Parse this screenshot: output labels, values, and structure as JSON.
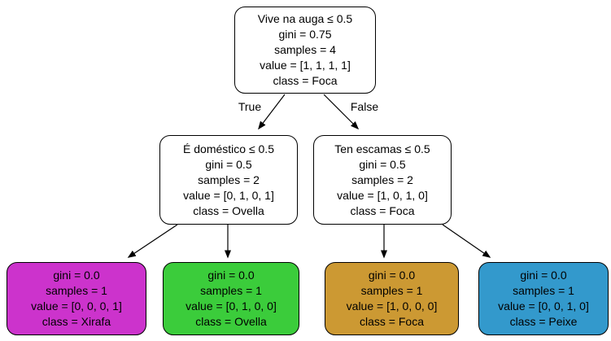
{
  "diagram": {
    "type": "decision-tree",
    "colors": {
      "internal_bg": "#ffffff",
      "border": "#000000",
      "xirafa": "#cc33cc",
      "ovella": "#3bcc3b",
      "foca": "#cc9933",
      "peixe": "#3399cc"
    },
    "edges": {
      "true_label": "True",
      "false_label": "False"
    },
    "nodes": {
      "root": {
        "condition": "Vive na auga ≤ 0.5",
        "gini": "gini = 0.75",
        "samples": "samples = 4",
        "value": "value = [1, 1, 1, 1]",
        "class": "class = Foca"
      },
      "left": {
        "condition": "É doméstico ≤ 0.5",
        "gini": "gini = 0.5",
        "samples": "samples = 2",
        "value": "value = [0, 1, 0, 1]",
        "class": "class = Ovella"
      },
      "right": {
        "condition": "Ten escamas ≤ 0.5",
        "gini": "gini = 0.5",
        "samples": "samples = 2",
        "value": "value = [1, 0, 1, 0]",
        "class": "class = Foca"
      },
      "leaf_xirafa": {
        "gini": "gini = 0.0",
        "samples": "samples = 1",
        "value": "value = [0, 0, 0, 1]",
        "class": "class = Xirafa"
      },
      "leaf_ovella": {
        "gini": "gini = 0.0",
        "samples": "samples = 1",
        "value": "value = [0, 1, 0, 0]",
        "class": "class = Ovella"
      },
      "leaf_foca": {
        "gini": "gini = 0.0",
        "samples": "samples = 1",
        "value": "value = [1, 0, 0, 0]",
        "class": "class = Foca"
      },
      "leaf_peixe": {
        "gini": "gini = 0.0",
        "samples": "samples = 1",
        "value": "value = [0, 0, 1, 0]",
        "class": "class = Peixe"
      }
    }
  }
}
